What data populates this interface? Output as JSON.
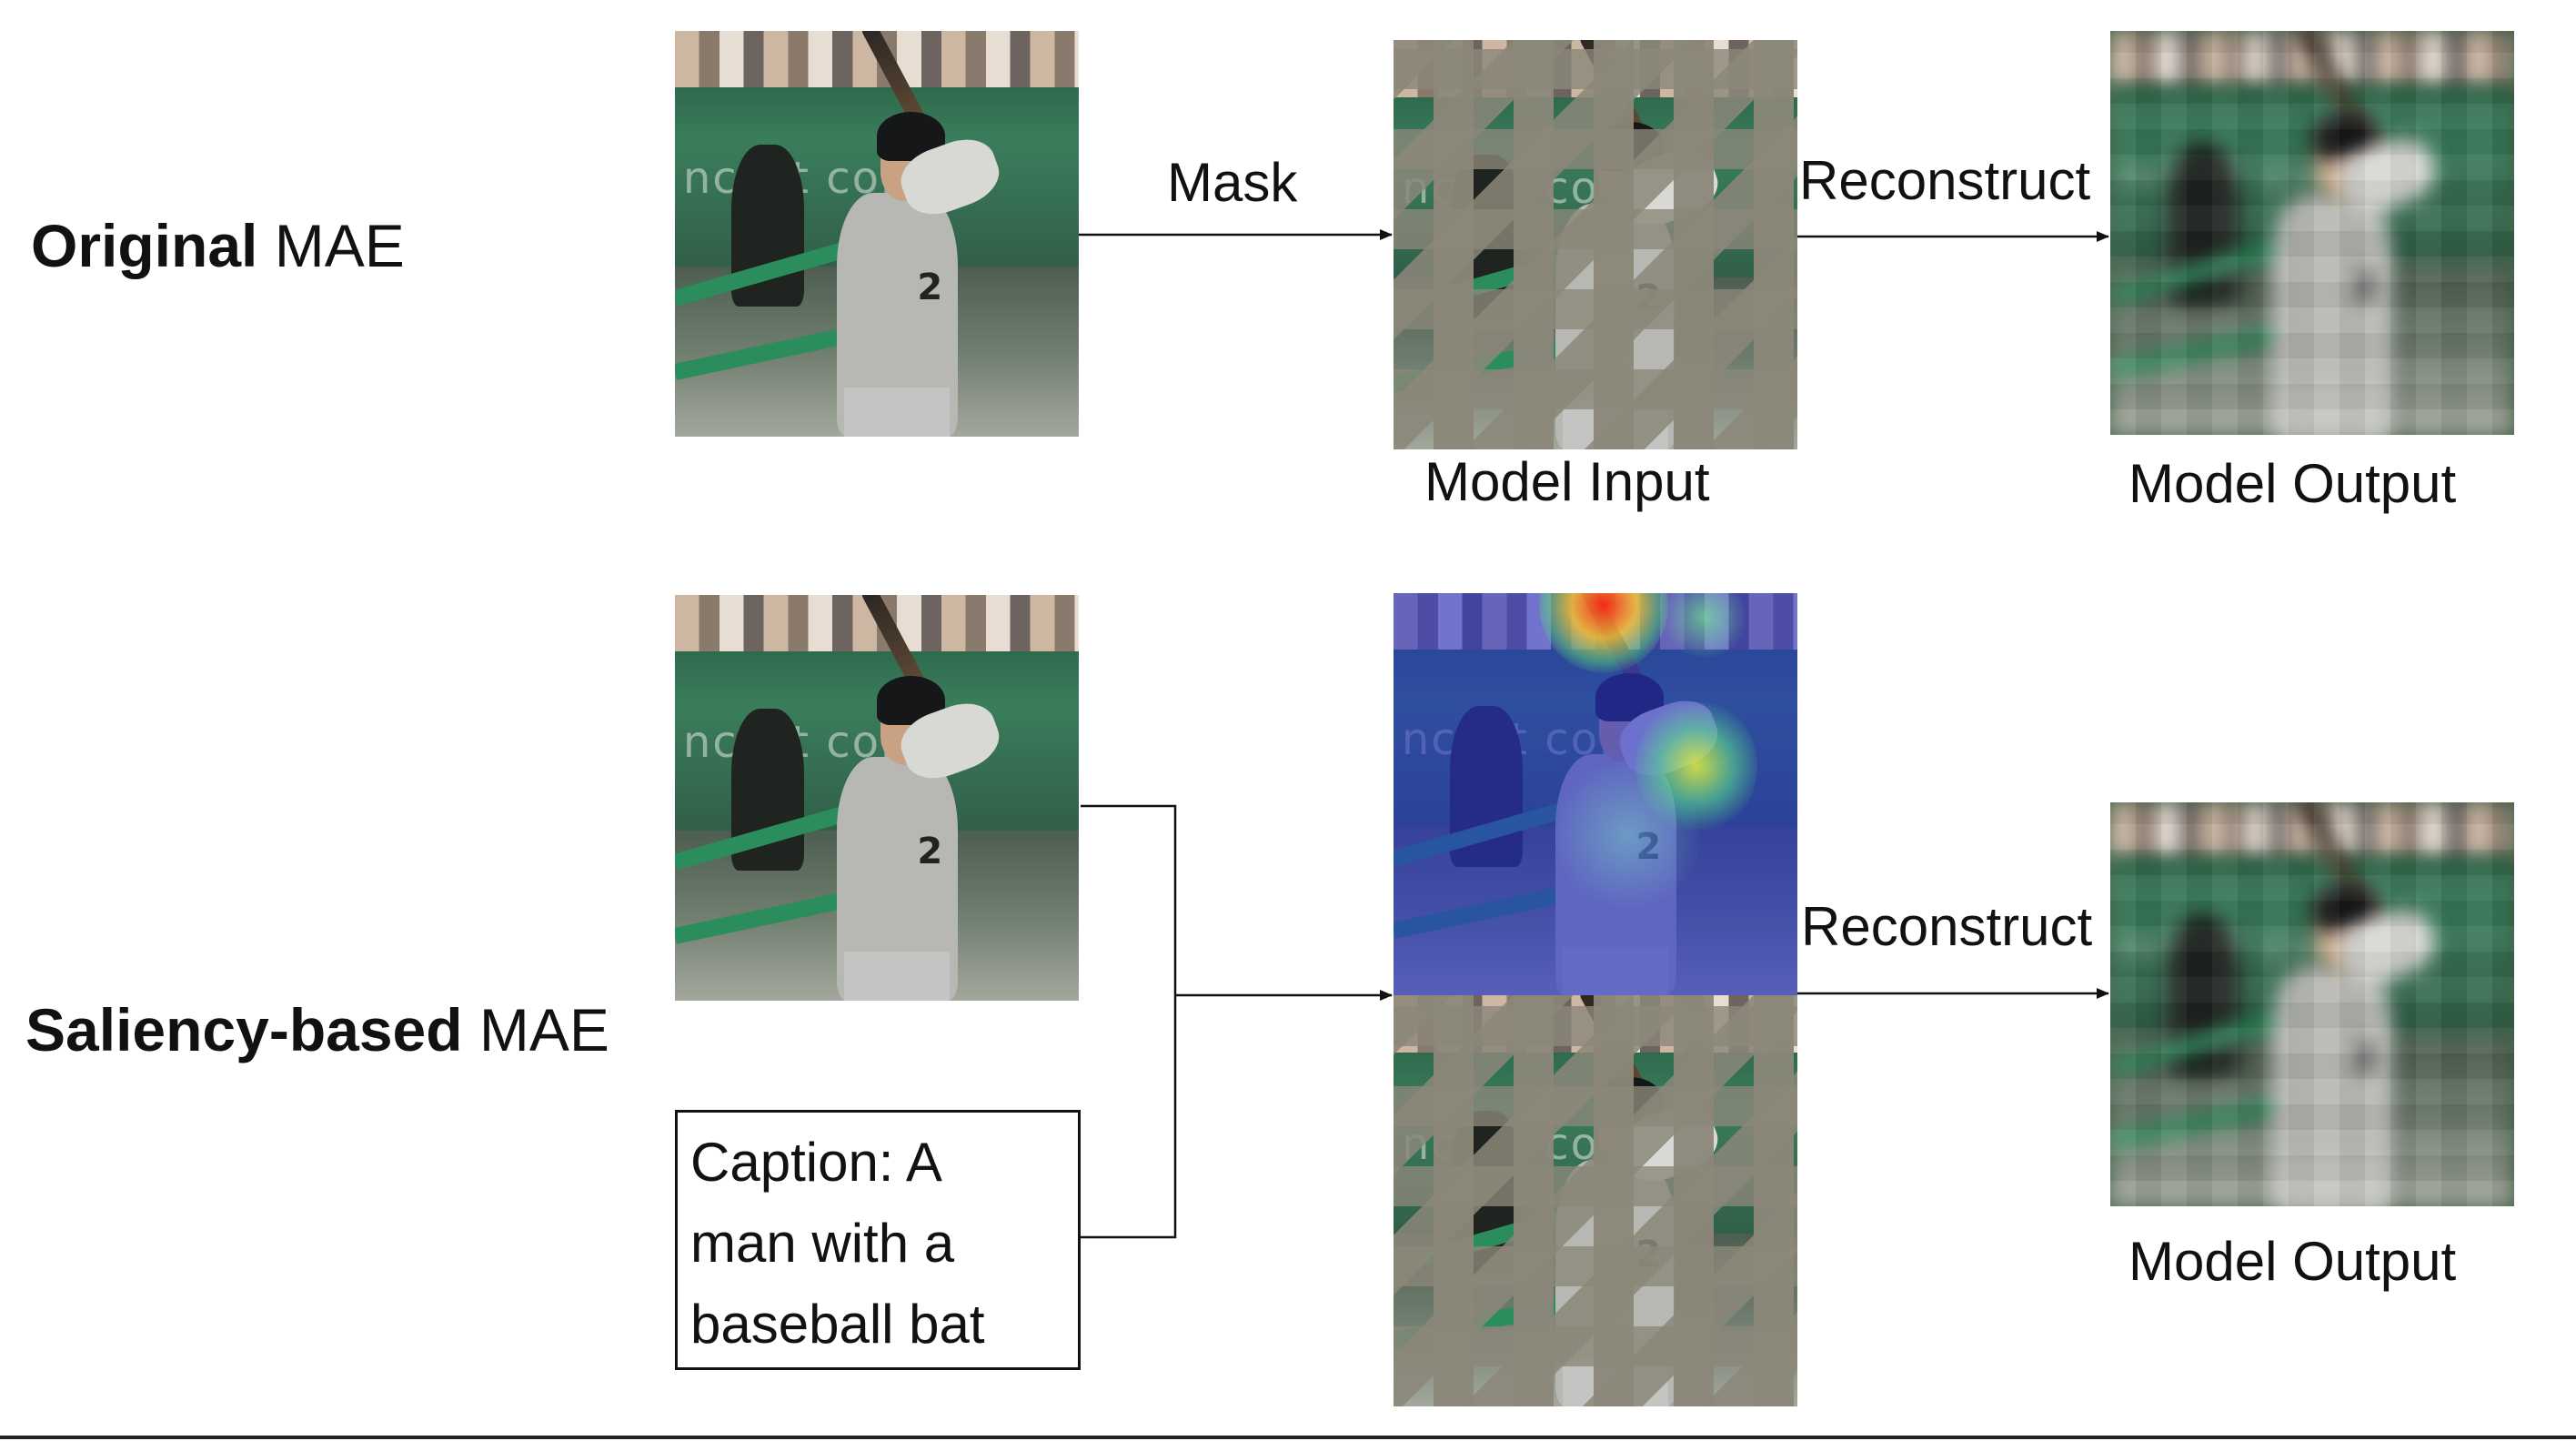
{
  "rows": {
    "original": {
      "label_bold": "Original",
      "label_rest": " MAE"
    },
    "saliency": {
      "label_bold": "Saliency-based",
      "label_rest": " MAE"
    }
  },
  "arrows": {
    "mask": "Mask",
    "reconstruct_top": "Reconstruct",
    "reconstruct_bottom": "Reconstruct"
  },
  "captions": {
    "model_input": "Model Input",
    "model_output_top": "Model Output",
    "model_output_bottom": "Model Output"
  },
  "text_prompt": {
    "line1": "Caption: A",
    "line2": "man with a",
    "line3": "baseball bat"
  },
  "photo_text": {
    "banner": "ncast  comca",
    "jersey_number": "2"
  },
  "colors": {
    "mask_gray": "#8b8779",
    "field_green": "#3a7d5b",
    "saliency_blue": "#2832c8",
    "saliency_hot": "#ff2814"
  }
}
